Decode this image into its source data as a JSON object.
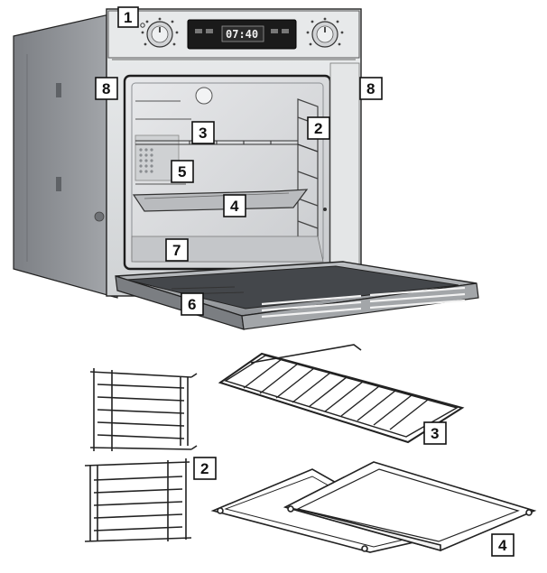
{
  "oven": {
    "display_time": "07:40"
  },
  "callouts": {
    "c1": "1",
    "c2": "2",
    "c3": "3",
    "c4": "4",
    "c5": "5",
    "c6": "6",
    "c7": "7",
    "c8_left": "8",
    "c8_right": "8",
    "acc_2": "2",
    "acc_3": "3",
    "acc_4": "4"
  },
  "colors": {
    "line": "#222222",
    "steel": "#d9dbdd",
    "cavity": "#dedfe1",
    "side_panel": "#8c8f93",
    "display_bg": "#1a1a1a"
  }
}
